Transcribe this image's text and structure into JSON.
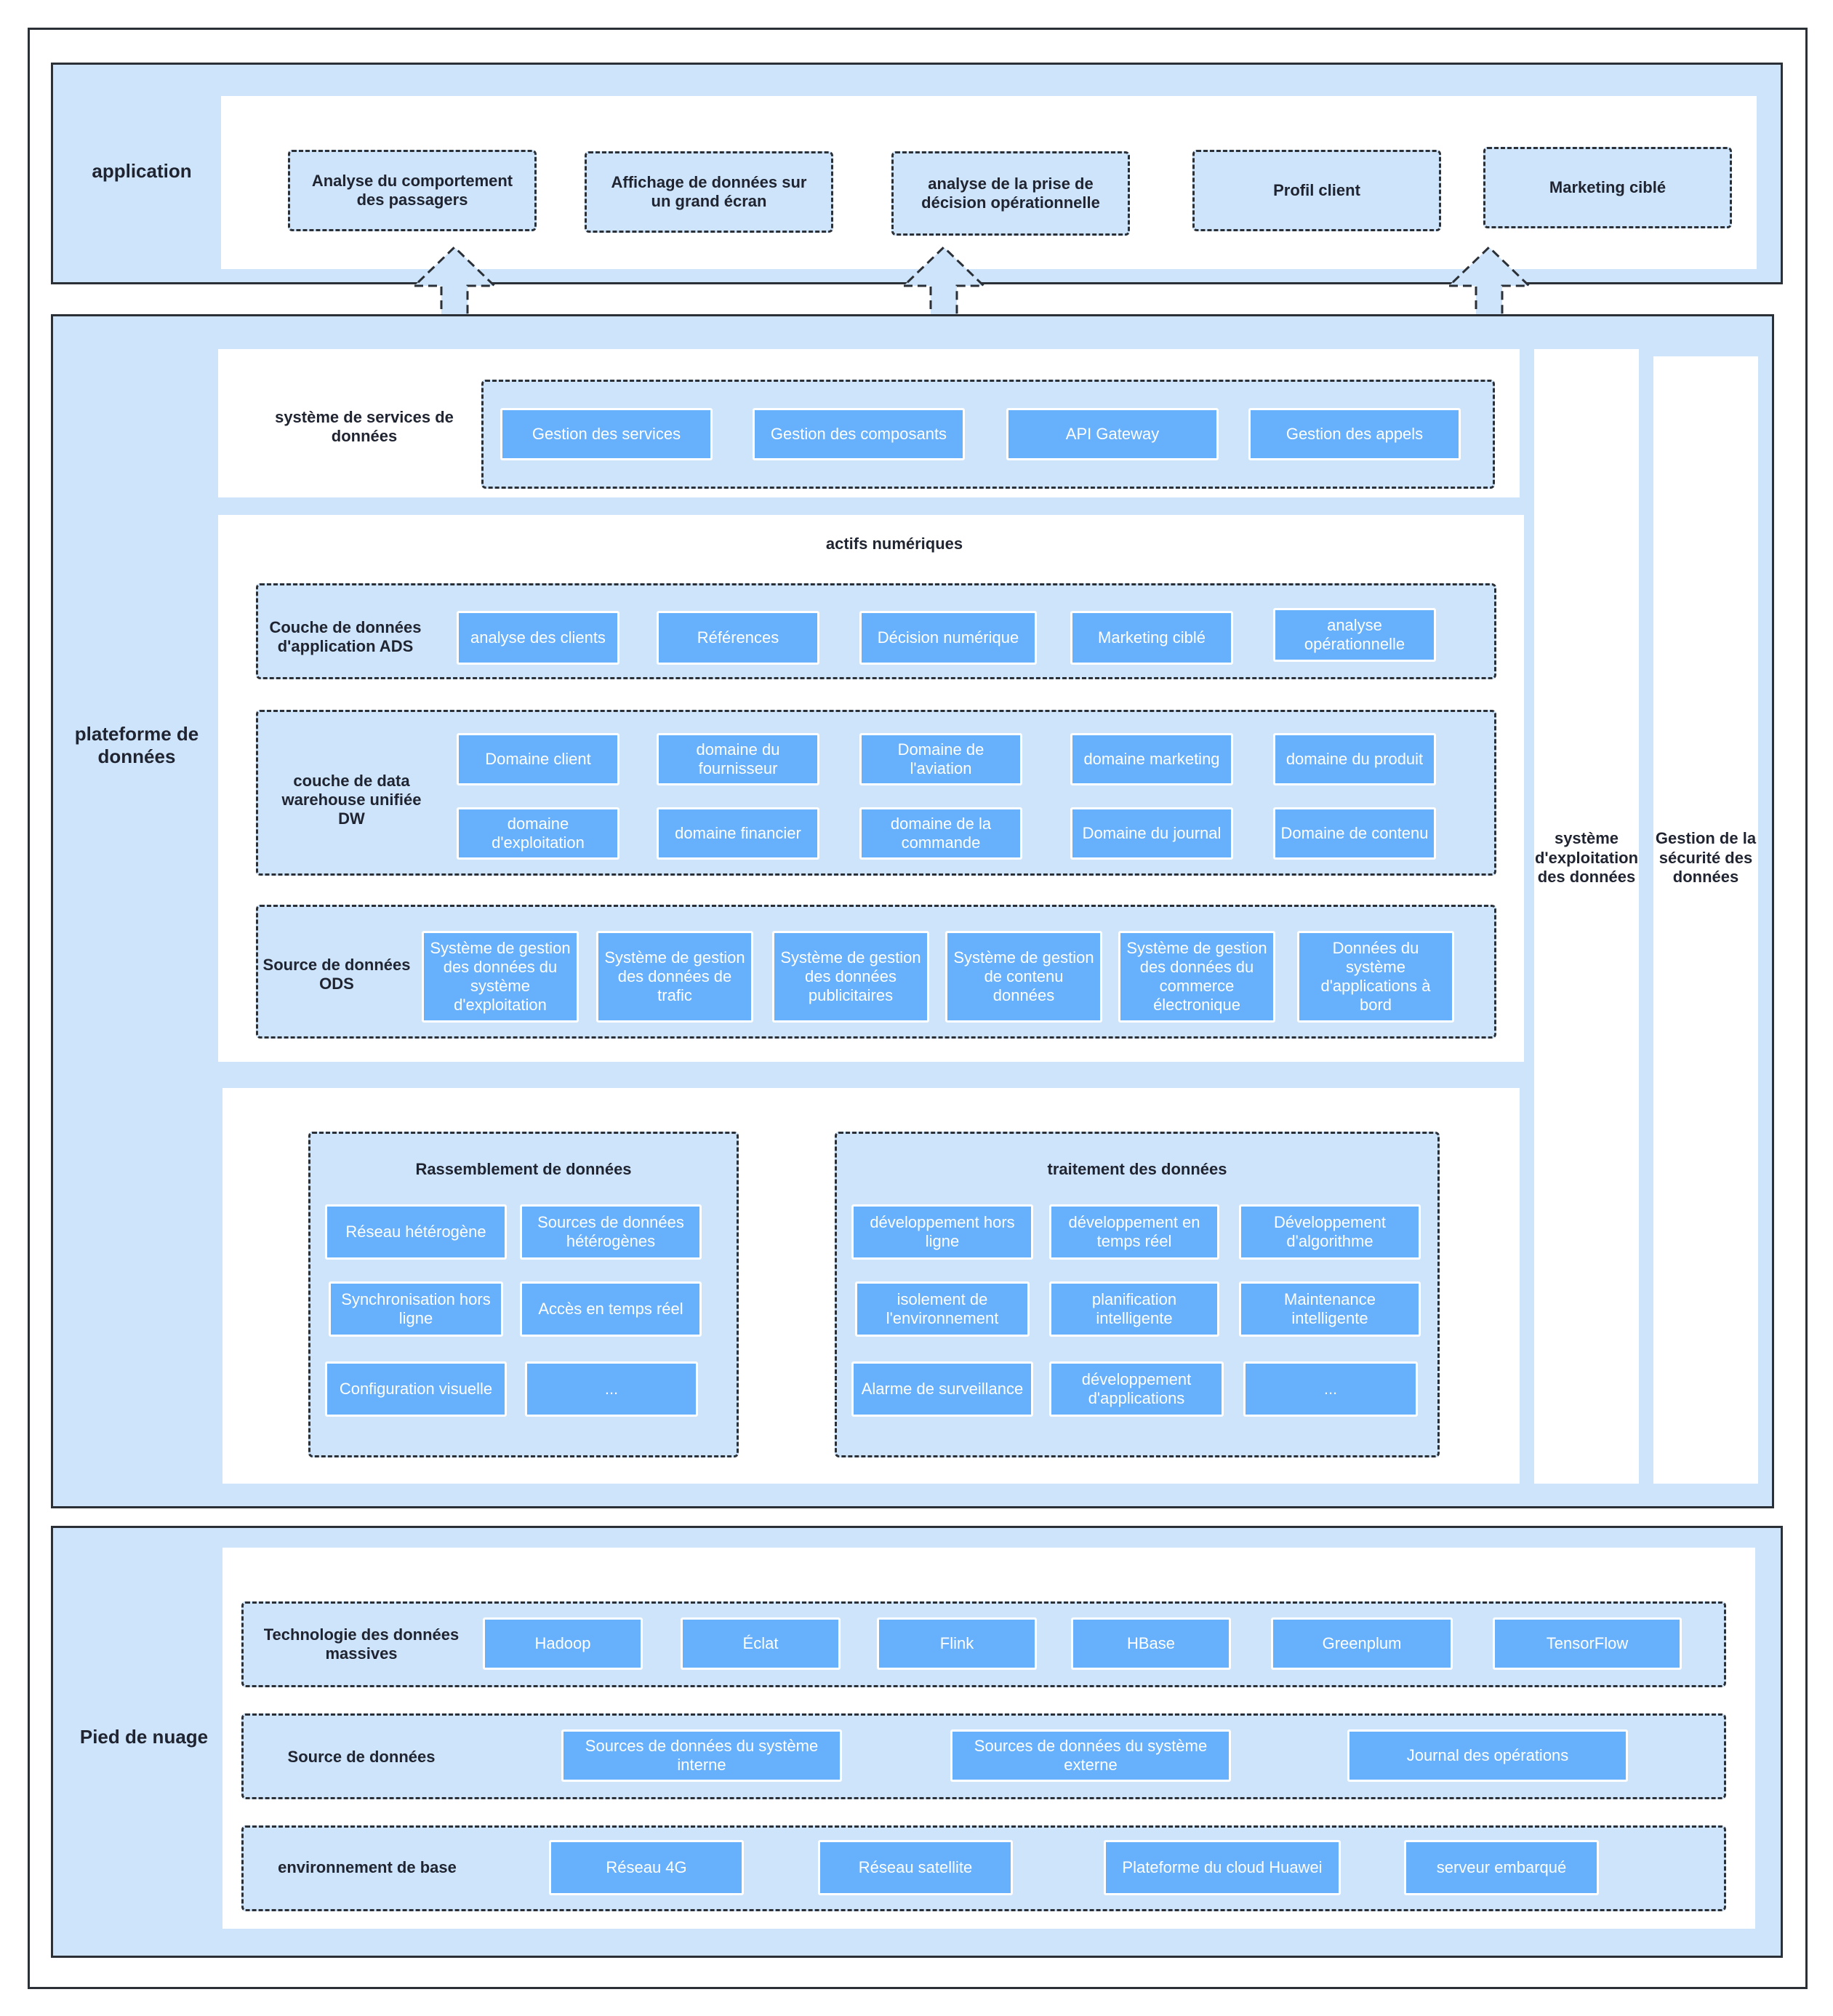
{
  "application": {
    "title": "application",
    "items": [
      "Analyse du comportement des passagers",
      "Affichage de données sur un grand écran",
      "analyse de la prise de décision opérationnelle",
      "Profil client",
      "Marketing ciblé"
    ]
  },
  "platform": {
    "title": "plateforme de données",
    "services": {
      "title": "système de services de données",
      "items": [
        "Gestion des services",
        "Gestion des composants",
        "API Gateway",
        "Gestion des appels"
      ]
    },
    "assets": {
      "title": "actifs numériques",
      "ads": {
        "title": "Couche de données d'application ADS",
        "items": [
          "analyse des clients",
          "Références",
          "Décision numérique",
          "Marketing ciblé",
          "analyse opérationnelle"
        ]
      },
      "dw": {
        "title": "couche de data warehouse unifiée DW",
        "row1": [
          "Domaine client",
          "domaine du fournisseur",
          "Domaine de l'aviation",
          "domaine marketing",
          "domaine du produit"
        ],
        "row2": [
          "domaine d'exploitation",
          "domaine financier",
          "domaine de la commande",
          "Domaine du journal",
          "Domaine de contenu"
        ]
      },
      "ods": {
        "title": "Source de données ODS",
        "items": [
          "Système de gestion des données du système d'exploitation",
          "Système de gestion des données de trafic",
          "Système de gestion des données publicitaires",
          "Système de gestion de contenu données",
          "Système de gestion des données du commerce électronique",
          "Données du système d'applications à bord"
        ]
      }
    },
    "gathering": {
      "title": "Rassemblement de données",
      "items": [
        "Réseau hétérogène",
        "Sources de données hétérogènes",
        "Synchronisation hors ligne",
        "Accès en temps réel",
        "Configuration visuelle",
        "..."
      ]
    },
    "processing": {
      "title": "traitement des données",
      "items": [
        "développement hors ligne",
        "développement en temps réel",
        "Développement d'algorithme",
        "isolement de l'environnement",
        "planification intelligente",
        "Maintenance intelligente",
        "Alarme de surveillance",
        "développement d'applications",
        "..."
      ]
    },
    "ops": "système d'exploitation des données",
    "security": "Gestion de la sécurité des données"
  },
  "cloud": {
    "title": "Pied de nuage",
    "bigdata": {
      "title": "Technologie des données massives",
      "items": [
        "Hadoop",
        "Éclat",
        "Flink",
        "HBase",
        "Greenplum",
        "TensorFlow"
      ]
    },
    "sources": {
      "title": "Source de données",
      "items": [
        "Sources de données du système interne",
        "Sources de données du système externe",
        "Journal des opérations"
      ]
    },
    "env": {
      "title": "environnement de base",
      "items": [
        "Réseau 4G",
        "Réseau satellite",
        "Plateforme du cloud Huawei",
        "serveur embarqué"
      ]
    }
  }
}
